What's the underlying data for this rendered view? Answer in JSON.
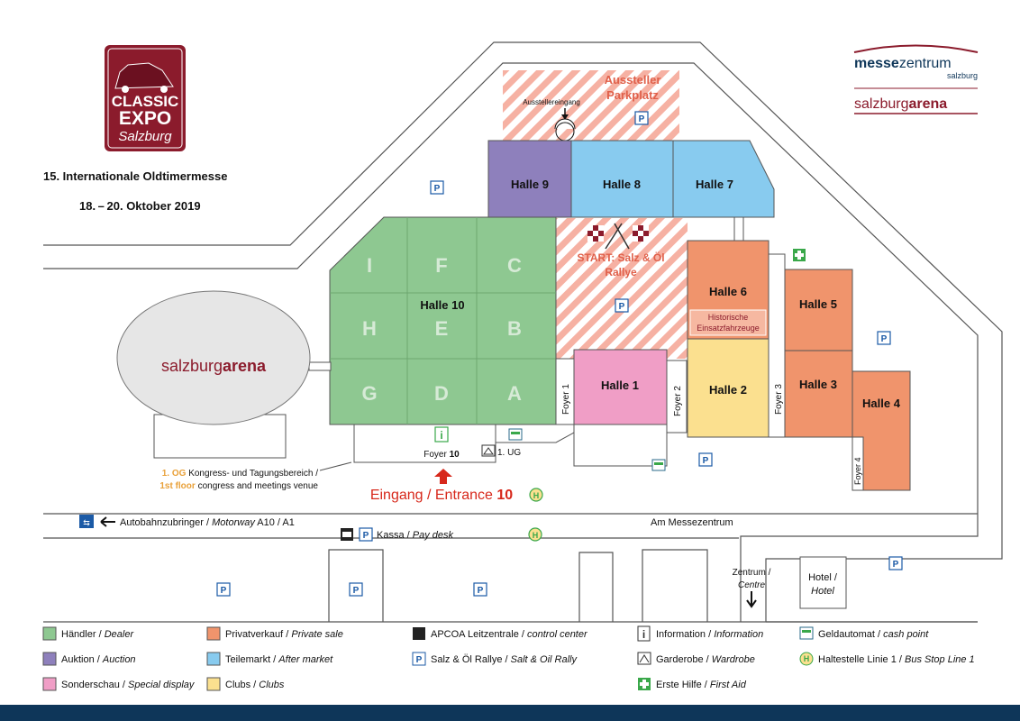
{
  "header": {
    "event_title": "15. Internationale Oldtimermesse",
    "event_dates": "18. – 20. Oktober 2019"
  },
  "logo": {
    "line1": "CLASSIC",
    "line2": "EXPO",
    "script": "Salzburg"
  },
  "brand": {
    "messe_bold": "messe",
    "messe_light": "zentrum",
    "messe_sub": "salzburg",
    "arena_light": "salzburg",
    "arena_bold": "arena"
  },
  "arena_label": {
    "light": "salzburg",
    "bold": "arena"
  },
  "halls": {
    "h1": "Halle 1",
    "h2": "Halle 2",
    "h3": "Halle 3",
    "h4": "Halle 4",
    "h5": "Halle 5",
    "h6": "Halle 6",
    "h7": "Halle 7",
    "h8": "Halle 8",
    "h9": "Halle 9",
    "h10": "Halle 10"
  },
  "sections": [
    "I",
    "F",
    "C",
    "H",
    "E",
    "B",
    "G",
    "D",
    "A"
  ],
  "hall6_sub": {
    "line1": "Historische",
    "line2": "Einsatzfahrzeuge"
  },
  "parking": {
    "line1": "Aussteller",
    "line2": "Parkplatz",
    "entrance": "Ausstellereingang"
  },
  "rally": {
    "line1": "START: Salz & Öl",
    "line2": "Rallye"
  },
  "foyers": {
    "f1": "Foyer 1",
    "f2": "Foyer 2",
    "f3": "Foyer 3",
    "f4": "Foyer 4",
    "f10_a": "Foyer",
    "f10_b": "10"
  },
  "ug": "1. UG",
  "congress": {
    "og": "1. OG",
    "de": "Kongress- und Tagungsbereich /",
    "floor": "1st floor",
    "en": "congress and meetings venue"
  },
  "entrance": {
    "de": "Eingang",
    "en": "Entrance",
    "num": "10"
  },
  "roads": {
    "motorway_de": "Autobahnzubringer /",
    "motorway_en": "Motorway",
    "motorway_id": "A10 / A1",
    "messezentrum": "Am Messezentrum",
    "kassa_de": "Kassa /",
    "kassa_en": "Pay desk",
    "zentrum_de": "Zentrum /",
    "zentrum_en": "Centre",
    "hotel_de": "Hotel /",
    "hotel_en": "Hotel"
  },
  "icons": {
    "parking": "P",
    "info": "i",
    "bus": "H"
  },
  "colors": {
    "dealer": "#8ec891",
    "auction": "#8e80bc",
    "special": "#f09ec6",
    "private": "#f0946c",
    "aftermarket": "#88cbef",
    "clubs": "#fbe08f",
    "stripe": "#f6b1a3",
    "brand_red": "#8b1b2c",
    "navy": "#0e3659",
    "entrance_red": "#d7281b",
    "orange_text": "#e9a13a",
    "first_aid": "#3aa84a"
  },
  "legend": [
    {
      "key": "dealer",
      "de": "Händler /",
      "en": "Dealer"
    },
    {
      "key": "auction",
      "de": "Auktion /",
      "en": "Auction"
    },
    {
      "key": "special",
      "de": "Sonderschau /",
      "en": "Special display"
    },
    {
      "key": "private",
      "de": "Privatverkauf /",
      "en": "Private sale"
    },
    {
      "key": "aftermarket",
      "de": "Teilemarkt /",
      "en": "After market"
    },
    {
      "key": "clubs",
      "de": "Clubs /",
      "en": "Clubs"
    },
    {
      "key": "apcoa",
      "de": "APCOA Leitzentrale /",
      "en": "control center"
    },
    {
      "key": "rally",
      "de": "Salz & Öl Rallye /",
      "en": "Salt & Oil Rally"
    },
    {
      "key": "info",
      "de": "Information /",
      "en": "Information"
    },
    {
      "key": "wardrobe",
      "de": "Garderobe /",
      "en": "Wardrobe"
    },
    {
      "key": "firstaid",
      "de": "Erste Hilfe /",
      "en": "First Aid"
    },
    {
      "key": "atm",
      "de": "Geldautomat /",
      "en": "cash point"
    },
    {
      "key": "bus",
      "de": "Haltestelle Linie 1 /",
      "en": "Bus Stop Line 1"
    }
  ]
}
